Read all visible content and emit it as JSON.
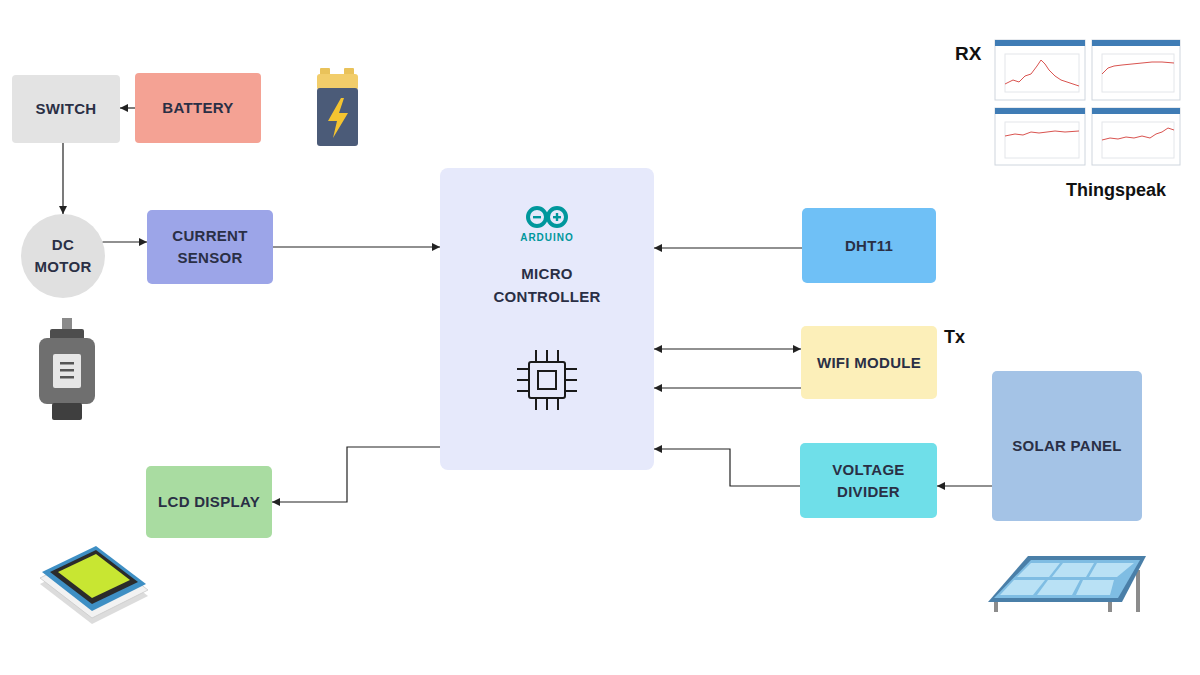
{
  "diagram": {
    "nodes": [
      {
        "text": [
          "SWITCH"
        ]
      },
      {
        "text": [
          "BATTERY"
        ]
      },
      {
        "text": [
          "DC MOTOR"
        ]
      },
      {
        "text": [
          "CURRENT SENSOR"
        ]
      },
      {
        "text": [
          "ARDUINO",
          "MICRO CONTROLLER"
        ]
      },
      {
        "text": [
          "DHT11"
        ]
      },
      {
        "text": [
          "WIFI MODULE"
        ]
      },
      {
        "text": [
          "LCD DISPLAY"
        ]
      },
      {
        "text": [
          "VOLTAGE DIVIDER"
        ]
      },
      {
        "text": [
          "SOLAR PANEL"
        ]
      }
    ],
    "edges": [
      {
        "from": 1,
        "to": 0,
        "arrow": "to"
      },
      {
        "from": 0,
        "to": 2,
        "arrow": "to"
      },
      {
        "from": 2,
        "to": 3,
        "arrow": "to"
      },
      {
        "from": 3,
        "to": 4,
        "arrow": "to"
      },
      {
        "from": 5,
        "to": 4,
        "arrow": "to"
      },
      {
        "from": 4,
        "to": 6,
        "arrow": "both"
      },
      {
        "from": 6,
        "to": 4,
        "arrow": "to"
      },
      {
        "from": 4,
        "to": 7,
        "arrow": "to"
      },
      {
        "from": 8,
        "to": 4,
        "arrow": "to"
      },
      {
        "from": 9,
        "to": 8,
        "arrow": "to"
      }
    ],
    "labels": [
      "RX",
      "Thingspeak",
      "Tx"
    ]
  }
}
